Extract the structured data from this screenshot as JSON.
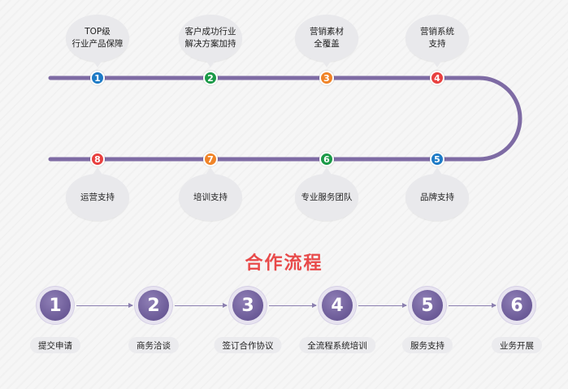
{
  "timeline": {
    "line_color": "#7e6ba4",
    "milestones": [
      {
        "number": "1",
        "text": "TOP级\n行业产品保障",
        "color": "#1e7bc6",
        "row": "top"
      },
      {
        "number": "2",
        "text": "客户成功行业\n解决方案加持",
        "color": "#1c9a48",
        "row": "top"
      },
      {
        "number": "3",
        "text": "营销素材\n全覆盖",
        "color": "#f08428",
        "row": "top"
      },
      {
        "number": "4",
        "text": "营销系统\n支持",
        "color": "#e8403f",
        "row": "top"
      },
      {
        "number": "5",
        "text": "品牌支持",
        "color": "#1e7bc6",
        "row": "bottom"
      },
      {
        "number": "6",
        "text": "专业服务团队",
        "color": "#1c9a48",
        "row": "bottom"
      },
      {
        "number": "7",
        "text": "培训支持",
        "color": "#f08428",
        "row": "bottom"
      },
      {
        "number": "8",
        "text": "运营支持",
        "color": "#e8403f",
        "row": "bottom"
      }
    ]
  },
  "cooperation": {
    "title": "合作流程",
    "title_color": "#e84a4a",
    "steps": [
      {
        "number": "1",
        "label": "提交申请"
      },
      {
        "number": "2",
        "label": "商务洽谈"
      },
      {
        "number": "3",
        "label": "签订合作协议"
      },
      {
        "number": "4",
        "label": "全流程系统培训"
      },
      {
        "number": "5",
        "label": "服务支持"
      },
      {
        "number": "6",
        "label": "业务开展"
      }
    ]
  }
}
